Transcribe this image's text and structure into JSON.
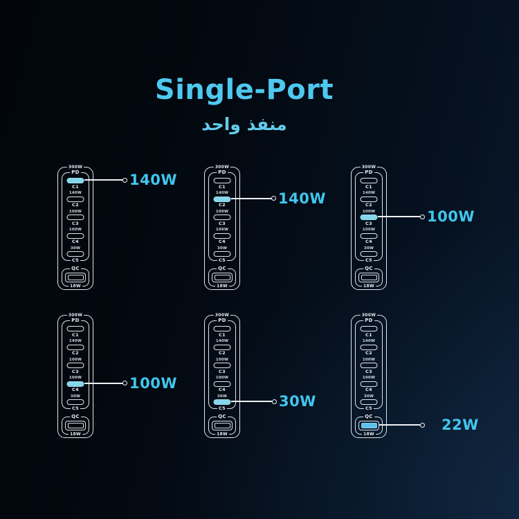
{
  "title": "Single-Port",
  "subtitle_arabic": "منفذ واحد",
  "colors": {
    "accent_cyan": "#41c6ee",
    "port_highlight": "#85d6ea",
    "qc_highlight": "#5fc2e7",
    "outline_white": "#dfe6ec"
  },
  "charger_template": {
    "total_label": "300W",
    "pd_label": "PD",
    "ports": [
      {
        "id": "C1"
      },
      {
        "id": "C2",
        "watt": "140W"
      },
      {
        "id": "C3",
        "watt": "100W"
      },
      {
        "id": "C4",
        "watt": "100W"
      },
      {
        "id": "C5",
        "watt": "30W"
      }
    ],
    "qc_label": "QC",
    "qc_watt_label": "18W"
  },
  "chargers": [
    {
      "highlighted_port": "C1",
      "callout_watt": "140W"
    },
    {
      "highlighted_port": "C2",
      "callout_watt": "140W"
    },
    {
      "highlighted_port": "C3",
      "callout_watt": "100W"
    },
    {
      "highlighted_port": "C4",
      "callout_watt": "100W"
    },
    {
      "highlighted_port": "C5",
      "callout_watt": "30W"
    },
    {
      "highlighted_port": "QC",
      "callout_watt": "22W"
    }
  ]
}
